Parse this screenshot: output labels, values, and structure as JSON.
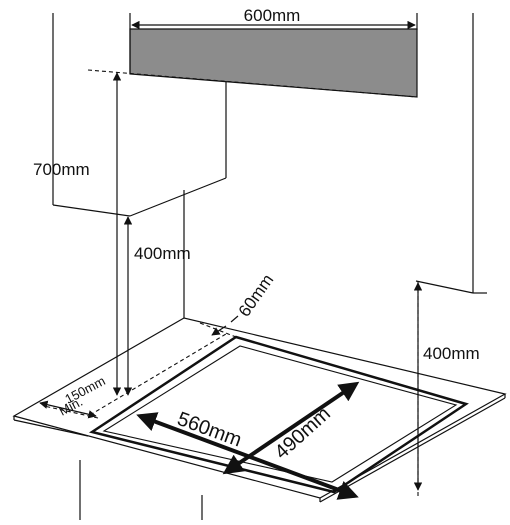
{
  "colors": {
    "line": "#111111",
    "hood": "#8c8c8c",
    "background": "#ffffff"
  },
  "labels": {
    "hood_width": "600mm",
    "hood_height_from_floor_cabinet": "700mm",
    "wall_cabinet_clearance": "400mm",
    "side_clearance": "400mm",
    "rear_clearance": "60mm",
    "front_clearance_value": "150mm",
    "front_clearance_min": "Min.",
    "cutout_width": "560mm",
    "cutout_depth": "490mm"
  }
}
